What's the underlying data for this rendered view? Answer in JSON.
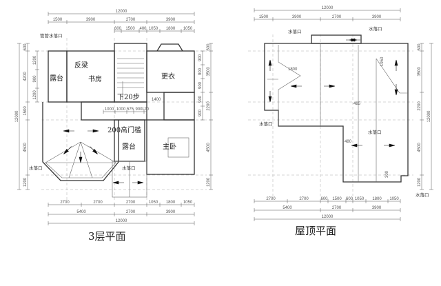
{
  "plan3": {
    "title": "3层平面",
    "top_total": [
      "12000"
    ],
    "top_row1": [
      "1500",
      "3900",
      "2700",
      "3900"
    ],
    "top_row2": [
      "600",
      "1500",
      "400",
      "1050",
      "1800",
      "1050"
    ],
    "left_total": [
      "12000"
    ],
    "left_row": [
      "600",
      "4200",
      "1500",
      "4500",
      "1200"
    ],
    "left_inner": [
      "1200",
      "900",
      "1200"
    ],
    "right_row": [
      "600",
      "3500",
      "2200",
      "4500",
      "1200"
    ],
    "right_inner": [
      "900",
      "900",
      "900",
      "900",
      "900"
    ],
    "inner_row": [
      "1000",
      "1000",
      "575",
      "900",
      "120"
    ],
    "inner_1400": "1400",
    "bottom_row1": [
      "2700",
      "2700",
      "2700",
      "1050",
      "1800",
      "1050"
    ],
    "bottom_row2": [
      "5400",
      "2700",
      "3900"
    ],
    "bottom_total": [
      "12000"
    ],
    "rooms": {
      "terrace_left": "露台",
      "reverse_beam": "反梁",
      "study": "书房",
      "stairs_down": "下20步",
      "dressing": "更衣",
      "threshold": "200高门槛",
      "terrace_small": "露台",
      "master_bedroom": "主卧"
    },
    "labels": {
      "pipe_drain": "管管水落口",
      "drain_1": "水落口",
      "drain_2": "水落口"
    }
  },
  "roof": {
    "title": "屋顶平面",
    "top_total": [
      "12000"
    ],
    "top_row1": [
      "1500",
      "3900",
      "2700",
      "3900"
    ],
    "right_row": [
      "600",
      "3500",
      "2200",
      "4500",
      "1200"
    ],
    "right_total": [
      "12000"
    ],
    "inner": {
      "a": "1800",
      "b": "1950",
      "c": "485",
      "d": "480",
      "e": "300"
    },
    "bottom_row1": [
      "2700",
      "2700",
      "600",
      "1500",
      "600",
      "1050",
      "1800",
      "1050"
    ],
    "bottom_row2": [
      "5400",
      "2700",
      "3900"
    ],
    "bottom_total": [
      "12000"
    ],
    "labels": {
      "drain_1": "水落口",
      "drain_2": "水落口",
      "drain_3": "水落口",
      "drain_4": "水落口",
      "drain_5": "水落口"
    }
  }
}
